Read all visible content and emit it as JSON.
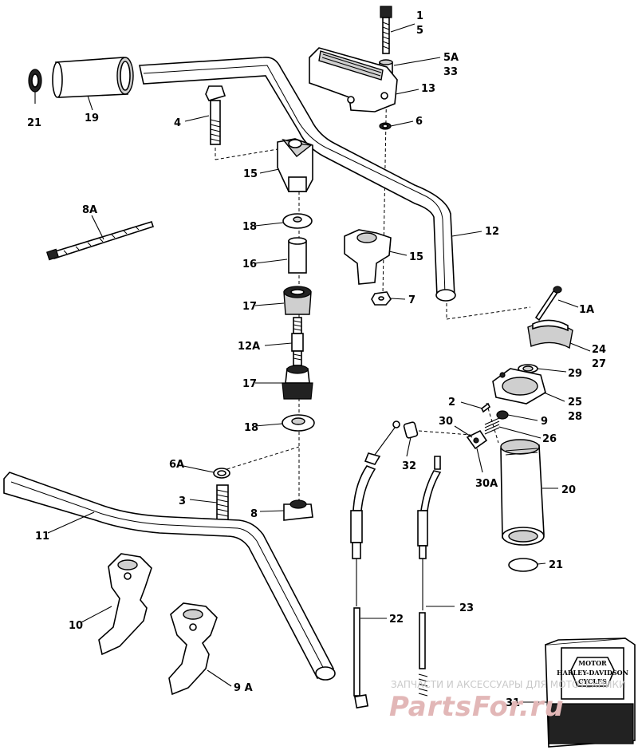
{
  "labels": {
    "l1": "1",
    "l5": "5",
    "l5a": "5A",
    "l33": "33",
    "l13": "13",
    "l6": "6",
    "l21a": "21",
    "l19": "19",
    "l4": "4",
    "l15a": "15",
    "l12": "12",
    "l8a": "8A",
    "l18a": "18",
    "l16": "16",
    "l15b": "15",
    "l17a": "17",
    "l7": "7",
    "l1a": "1A",
    "l12a": "12A",
    "l24": "24",
    "l27": "27",
    "l29": "29",
    "l17b": "17",
    "l25": "25",
    "l28": "28",
    "l2": "2",
    "l9": "9",
    "l30": "30",
    "l26": "26",
    "l18b": "18",
    "l6a": "6A",
    "l32": "32",
    "l30a": "30A",
    "l3": "3",
    "l8": "8",
    "l20": "20",
    "l11": "11",
    "l21b": "21",
    "l10": "10",
    "l22": "22",
    "l23": "23",
    "l9a": "9 A",
    "l31": "31"
  },
  "watermark": {
    "line1": "ЗАПЧАСТИ И АКСЕССУАРЫ ДЛЯ МОТОТЕХНИКИ",
    "line2": "PartsFor.ru"
  },
  "logo_box": {
    "top": "MOTOR",
    "middle": "HARLEY-DAVIDSON",
    "bottom": "CYCLES"
  }
}
